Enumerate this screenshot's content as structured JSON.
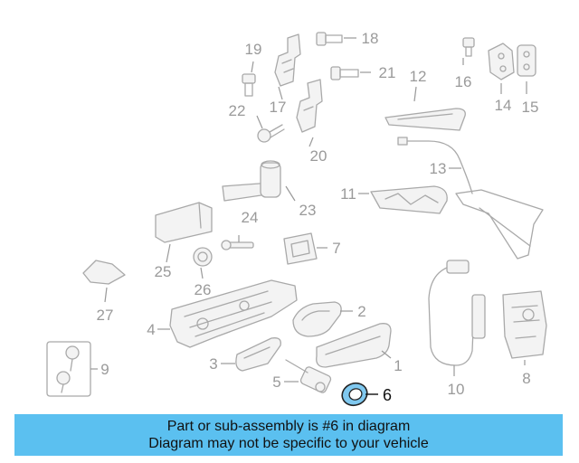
{
  "callouts": [
    "1",
    "2",
    "3",
    "4",
    "5",
    "6",
    "7",
    "8",
    "9",
    "10",
    "11",
    "12",
    "13",
    "14",
    "15",
    "16",
    "17",
    "18",
    "19",
    "20",
    "21",
    "22",
    "23",
    "24",
    "25",
    "26",
    "27"
  ],
  "highlighted_part": "6",
  "banner": {
    "line1": "Part or sub-assembly is #6 in diagram",
    "line2": "Diagram may not be specific to your vehicle"
  },
  "colors": {
    "banner": "#5bc0f0",
    "part_stroke": "#a9a9a9",
    "highlight_fill": "#7fc8ef"
  }
}
